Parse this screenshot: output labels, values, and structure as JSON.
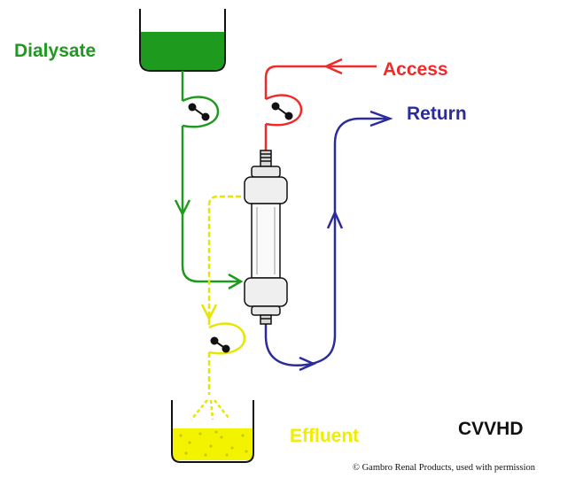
{
  "labels": {
    "dialysate": "Dialysate",
    "access": "Access",
    "return": "Return",
    "effluent": "Effluent",
    "mode": "CVVHD",
    "credit": "© Gambro Renal Products, used with permission"
  },
  "colors": {
    "dialysate": "#1e9a1e",
    "access": "#ee2b2b",
    "return": "#2b2b9c",
    "effluent": "#eeee00",
    "dark": "#111111"
  }
}
